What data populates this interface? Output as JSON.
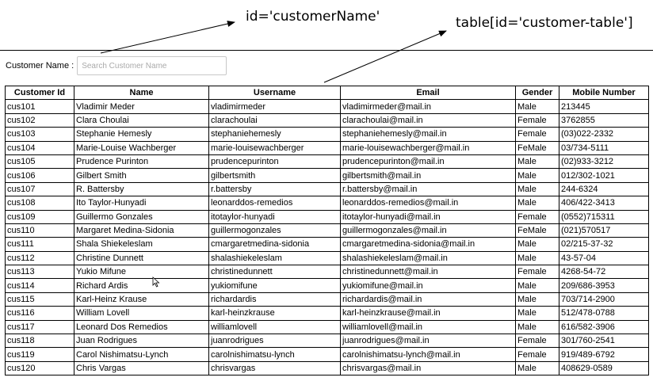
{
  "annotations": {
    "customer_name_locator": "id='customerName'",
    "customer_table_locator": "table[id='customer-table']"
  },
  "search": {
    "label": "Customer Name :",
    "placeholder": "Search Customer Name",
    "value": ""
  },
  "table": {
    "headers": [
      "Customer Id",
      "Name",
      "Username",
      "Email",
      "Gender",
      "Mobile Number"
    ],
    "rows": [
      [
        "cus101",
        "Vladimir Meder",
        "vladimirmeder",
        "vladimirmeder@mail.in",
        "Male",
        "213445"
      ],
      [
        "cus102",
        "Clara Choulai",
        "clarachoulai",
        "clarachoulai@mail.in",
        "Female",
        "3762855"
      ],
      [
        "cus103",
        "Stephanie Hemesly",
        "stephaniehemesly",
        "stephaniehemesly@mail.in",
        "Female",
        "(03)022-2332"
      ],
      [
        "cus104",
        "Marie-Louise Wachberger",
        "marie-louisewachberger",
        "marie-louisewachberger@mail.in",
        "FeMale",
        "03/734-5111"
      ],
      [
        "cus105",
        "Prudence Purinton",
        "prudencepurinton",
        "prudencepurinton@mail.in",
        "Male",
        "(02)933-3212"
      ],
      [
        "cus106",
        "Gilbert Smith",
        "gilbertsmith",
        "gilbertsmith@mail.in",
        "Male",
        "012/302-1021"
      ],
      [
        "cus107",
        "R. Battersby",
        "r.battersby",
        "r.battersby@mail.in",
        "Male",
        "244-6324"
      ],
      [
        "cus108",
        "Ito Taylor-Hunyadi",
        "leonarddos-remedios",
        "leonarddos-remedios@mail.in",
        "Male",
        "406/422-3413"
      ],
      [
        "cus109",
        "Guillermo Gonzales",
        "itotaylor-hunyadi",
        "itotaylor-hunyadi@mail.in",
        "Female",
        "(0552)715311"
      ],
      [
        "cus110",
        "Margaret Medina-Sidonia",
        "guillermogonzales",
        "guillermogonzales@mail.in",
        "FeMale",
        "(021)570517"
      ],
      [
        "cus111",
        "Shala Shiekeleslam",
        "cmargaretmedina-sidonia",
        "cmargaretmedina-sidonia@mail.in",
        "Male",
        "02/215-37-32"
      ],
      [
        "cus112",
        "Christine Dunnett",
        "shalashiekeleslam",
        "shalashiekeleslam@mail.in",
        "Male",
        "43-57-04"
      ],
      [
        "cus113",
        "Yukio Mifune",
        "christinedunnett",
        "christinedunnett@mail.in",
        "Female",
        "4268-54-72"
      ],
      [
        "cus114",
        "Richard Ardis",
        "yukiomifune",
        "yukiomifune@mail.in",
        "Male",
        "209/686-3953"
      ],
      [
        "cus115",
        "Karl-Heinz Krause",
        "richardardis",
        "richardardis@mail.in",
        "Male",
        "703/714-2900"
      ],
      [
        "cus116",
        "William Lovell",
        "karl-heinzkrause",
        "karl-heinzkrause@mail.in",
        "Male",
        "512/478-0788"
      ],
      [
        "cus117",
        "Leonard Dos Remedios",
        "williamlovell",
        "williamlovell@mail.in",
        "Male",
        "616/582-3906"
      ],
      [
        "cus118",
        "Juan Rodrigues",
        "juanrodrigues",
        "juanrodrigues@mail.in",
        "Female",
        "301/760-2541"
      ],
      [
        "cus119",
        "Carol Nishimatsu-Lynch",
        "carolnishimatsu-lynch",
        "carolnishimatsu-lynch@mail.in",
        "Female",
        "919/489-6792"
      ],
      [
        "cus120",
        "Chris Vargas",
        "chrisvargas",
        "chrisvargas@mail.in",
        "Male",
        "408629-0589"
      ]
    ]
  }
}
